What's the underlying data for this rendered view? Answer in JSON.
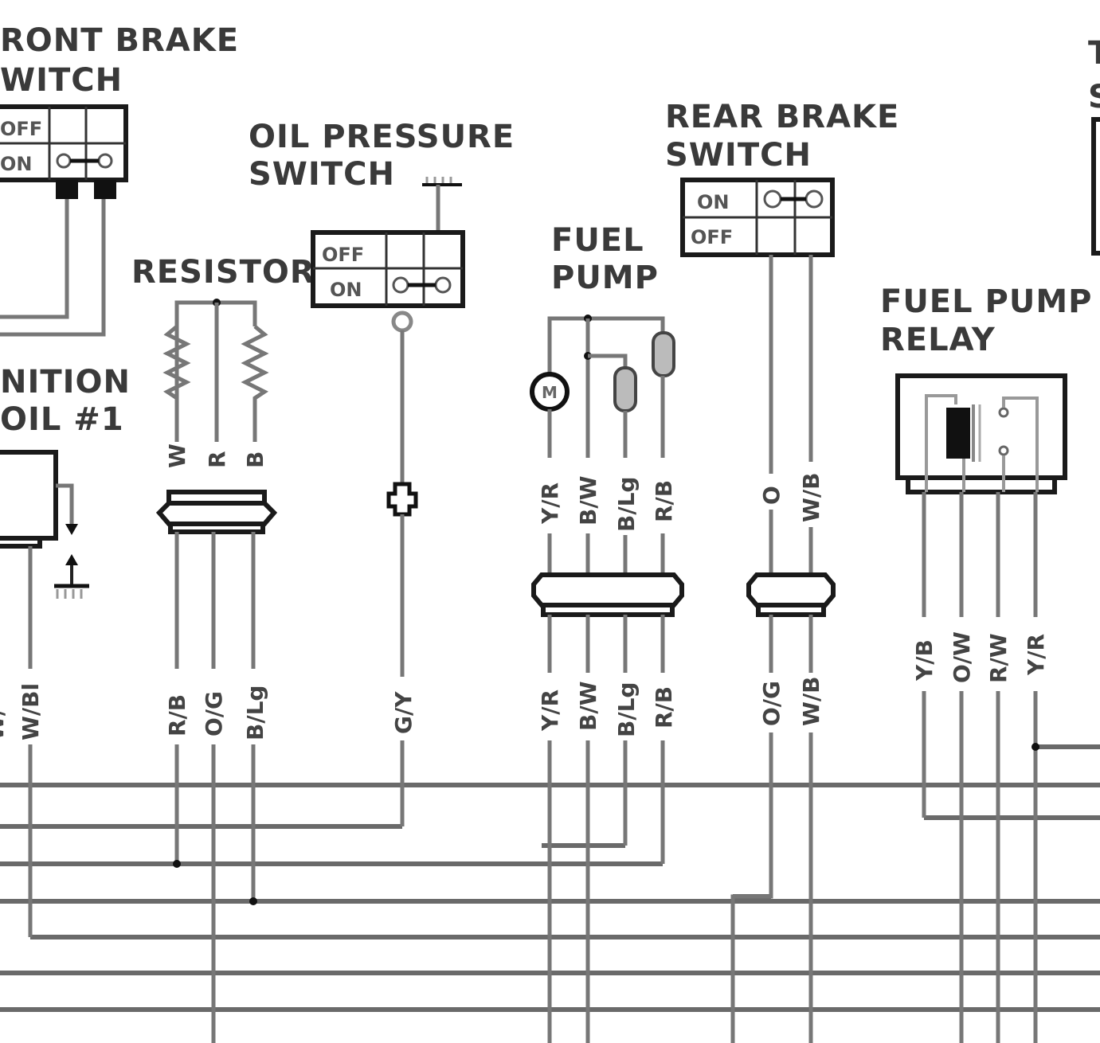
{
  "components": {
    "front_brake_switch": {
      "title_line1": "RONT BRAKE",
      "title_line2": "WITCH",
      "row1": "OFF",
      "row2": "ON"
    },
    "oil_pressure_switch": {
      "title_line1": "OIL PRESSURE",
      "title_line2": "SWITCH",
      "row1": "OFF",
      "row2": "ON"
    },
    "resistor": {
      "title": "RESISTOR",
      "wires_top": [
        "W",
        "R",
        "B"
      ],
      "wires_bottom": [
        "R/B",
        "O/G",
        "B/Lg"
      ]
    },
    "fuel_pump": {
      "title_line1": "FUEL",
      "title_line2": "PUMP",
      "motor_symbol": "M",
      "wires_top": [
        "Y/R",
        "B/W",
        "B/Lg",
        "R/B"
      ],
      "wires_bottom": [
        "Y/R",
        "B/W",
        "B/Lg",
        "R/B"
      ]
    },
    "rear_brake_switch": {
      "title_line1": "REAR BRAKE",
      "title_line2": "SWITCH",
      "row1": "ON",
      "row2": "OFF",
      "wires_top": [
        "O",
        "W/B"
      ],
      "wires_bottom": [
        "O/G",
        "W/B"
      ]
    },
    "fuel_pump_relay": {
      "title_line1": "FUEL PUMP",
      "title_line2": "RELAY",
      "wires": [
        "Y/B",
        "O/W",
        "R/W",
        "Y/R"
      ]
    },
    "ignition_coil": {
      "title_line1": "NITION",
      "title_line2": "OIL #1",
      "wire": "W/Bl",
      "wire_partial": "W/"
    },
    "oil_switch_wire": "G/Y",
    "partial_right": {
      "line1": "T",
      "line2": "S"
    }
  }
}
